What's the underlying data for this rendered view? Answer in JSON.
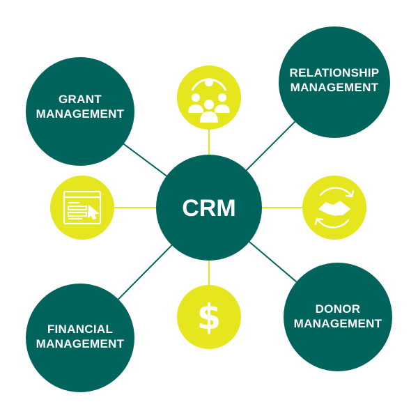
{
  "hub": {
    "label": "CRM"
  },
  "nodes": {
    "grant": {
      "line1": "GRANT",
      "line2": "MANAGEMENT"
    },
    "relationship": {
      "line1": "RELATIONSHIP",
      "line2": "MANAGEMENT"
    },
    "financial": {
      "line1": "FINANCIAL",
      "line2": "MANAGEMENT"
    },
    "donor": {
      "line1": "DONOR",
      "line2": "MANAGEMENT"
    }
  },
  "icons": {
    "top": "people-network-icon",
    "left": "web-form-icon",
    "right": "handshake-cycle-icon",
    "bottom": "dollar-icon",
    "bottom_glyph": "$"
  },
  "colors": {
    "teal": "#00645c",
    "yellow": "#e6e61e",
    "line_yellow": "#e6e61e",
    "line_teal": "#00645c"
  }
}
